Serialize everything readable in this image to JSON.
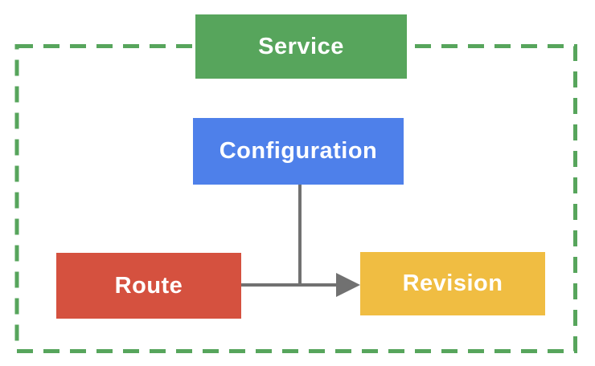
{
  "diagram": {
    "boundary": {
      "name": "service-boundary",
      "style": "dashed",
      "color": "#57A55C"
    },
    "connector_color": "#717171",
    "nodes": [
      {
        "id": "service",
        "label": "Service",
        "color": "#57A55C",
        "text_color": "#FFFFFF"
      },
      {
        "id": "configuration",
        "label": "Configuration",
        "color": "#4E80EA",
        "text_color": "#FFFFFF"
      },
      {
        "id": "route",
        "label": "Route",
        "color": "#D5513F",
        "text_color": "#FFFFFF"
      },
      {
        "id": "revision",
        "label": "Revision",
        "color": "#F0BD42",
        "text_color": "#FFFFFF"
      }
    ],
    "edges": [
      {
        "from": "configuration",
        "to": "revision",
        "shape": "elbow-down-right",
        "arrow": false
      },
      {
        "from": "route",
        "to": "revision",
        "shape": "straight-right",
        "arrow": true
      }
    ]
  }
}
